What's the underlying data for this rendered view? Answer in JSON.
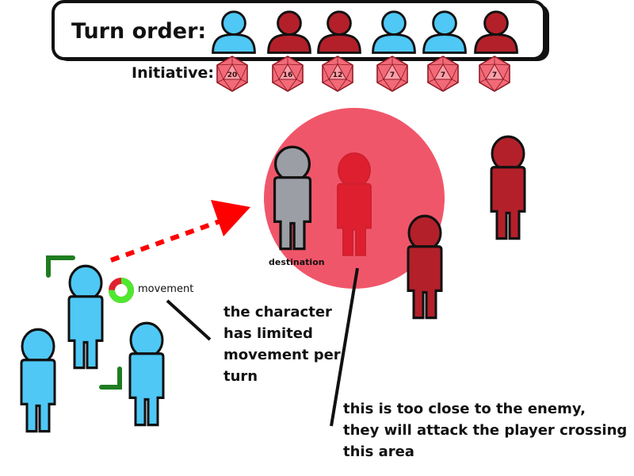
{
  "turn_order": {
    "title": "Turn order:",
    "slots": [
      {
        "side": "ally",
        "color": "#4fc8f5"
      },
      {
        "side": "enemy",
        "color": "#b3202a"
      },
      {
        "side": "enemy",
        "color": "#b3202a"
      },
      {
        "side": "ally",
        "color": "#4fc8f5"
      },
      {
        "side": "ally",
        "color": "#4fc8f5"
      },
      {
        "side": "enemy",
        "color": "#b3202a"
      }
    ]
  },
  "initiative": {
    "label": "Initiative:",
    "rolls": [
      "20",
      "16",
      "12",
      "7",
      "7",
      "7"
    ]
  },
  "scene": {
    "destination_label": "destination",
    "movement_label": "movement",
    "movement_remaining_fraction": 0.75
  },
  "notes": {
    "movement_note": [
      "the character",
      "has limited",
      "movement per",
      "turn"
    ],
    "danger_note": [
      "this is too close to the enemy,",
      "they will attack the player crossing",
      "this area"
    ]
  },
  "colors": {
    "ally": "#4fc8f5",
    "enemy_dark": "#b3202a",
    "enemy_bright": "#dd1f30",
    "destination_ghost": "#9c9ea6",
    "danger_zone": "#f0566a",
    "die": "#f26a78",
    "arrow": "#ff0000",
    "selection": "#1e7d20"
  }
}
